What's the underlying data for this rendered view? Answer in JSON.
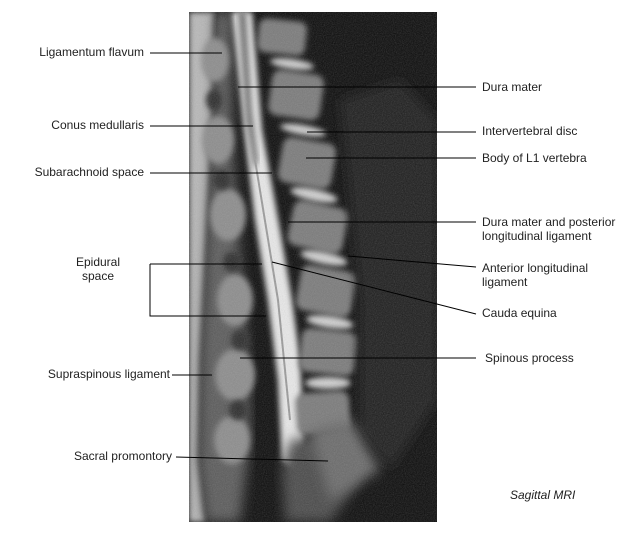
{
  "labels": {
    "ligamentum_flavum": "Ligamentum flavum",
    "conus_medullaris": "Conus medullaris",
    "subarachnoid_space": "Subarachnoid space",
    "epidural_space_1": "Epidural",
    "epidural_space_2": "space",
    "supraspinous_ligament": "Supraspinous ligament",
    "sacral_promontory": "Sacral promontory",
    "dura_mater": "Dura mater",
    "intervertebral_disc": "Intervertebral disc",
    "body_l1": "Body of L1 vertebra",
    "dura_pll_1": "Dura mater and posterior",
    "dura_pll_2": "longitudinal ligament",
    "all_1": "Anterior longitudinal",
    "all_2": "ligament",
    "cauda_equina": "Cauda equina",
    "spinous_process": "Spinous process"
  },
  "caption": "Sagittal MRI"
}
